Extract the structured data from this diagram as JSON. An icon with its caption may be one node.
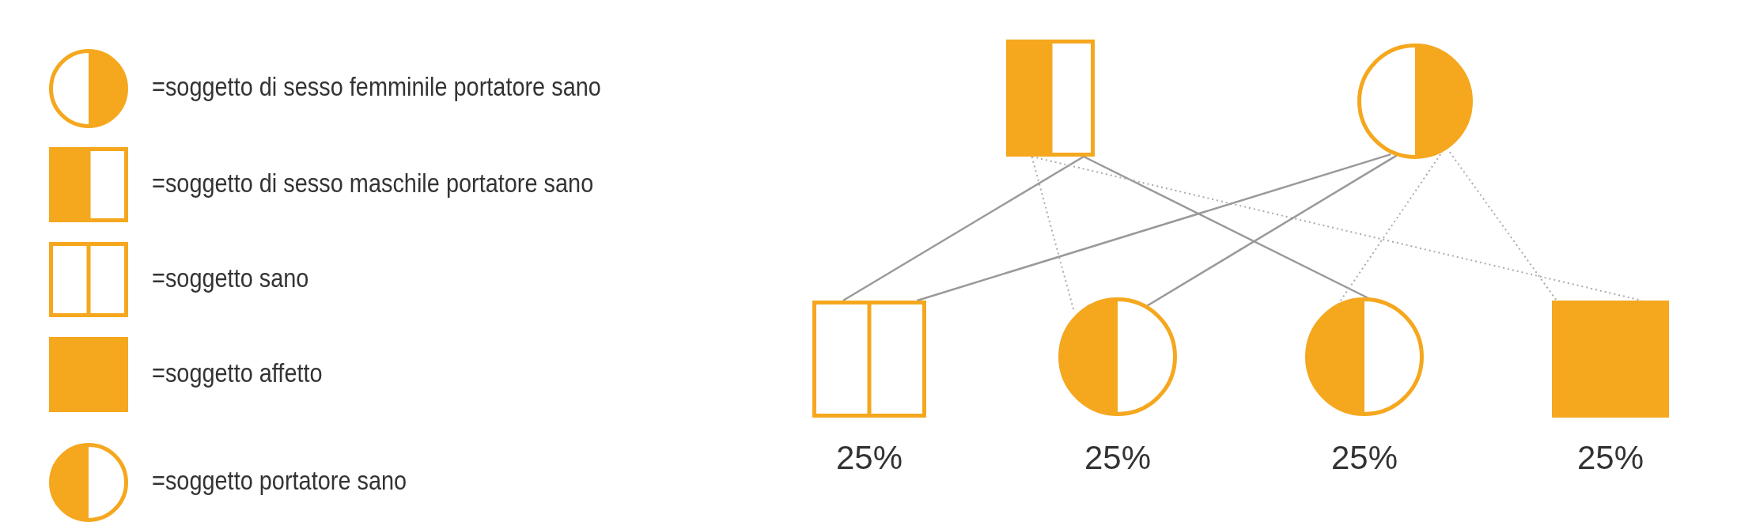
{
  "diagram": {
    "nodes": [
      {
        "text": [],
        "shape": "box"
      },
      {
        "text": [],
        "shape": "circle"
      },
      {
        "text": [],
        "shape": "box",
        "beside": [
          "25%"
        ]
      },
      {
        "text": [],
        "shape": "circle",
        "beside": [
          "25%"
        ]
      },
      {
        "text": [],
        "shape": "circle",
        "beside": [
          "25%"
        ]
      },
      {
        "text": [],
        "shape": "box",
        "beside": [
          "25%"
        ]
      }
    ],
    "edges": [
      {
        "from": 0,
        "to": 2,
        "arrow": "none"
      },
      {
        "from": 0,
        "to": 3,
        "arrow": "none",
        "style": "dashed"
      },
      {
        "from": 0,
        "to": 4,
        "arrow": "none"
      },
      {
        "from": 0,
        "to": 5,
        "arrow": "none",
        "style": "dashed"
      },
      {
        "from": 1,
        "to": 2,
        "arrow": "none"
      },
      {
        "from": 1,
        "to": 3,
        "arrow": "none"
      },
      {
        "from": 1,
        "to": 4,
        "arrow": "none",
        "style": "dashed"
      },
      {
        "from": 1,
        "to": 5,
        "arrow": "none",
        "style": "dashed"
      }
    ],
    "legend": [
      {
        "text": "=soggetto di sesso femminile portatore sano"
      },
      {
        "text": "=soggetto di sesso maschile portatore sano"
      },
      {
        "text": "=soggetto sano"
      },
      {
        "text": "=soggetto affetto"
      },
      {
        "text": "=soggetto portatore sano"
      }
    ]
  }
}
